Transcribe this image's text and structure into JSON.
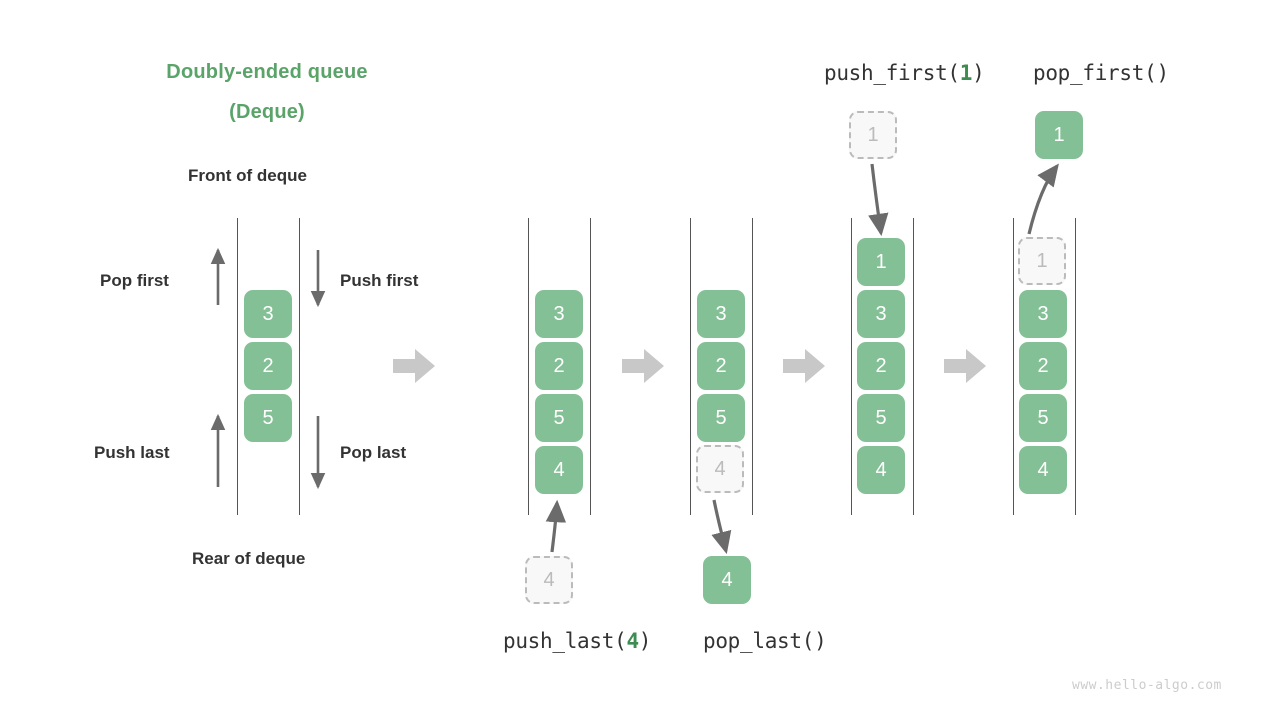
{
  "title": {
    "line1": "Doubly-ended queue",
    "line2": "(Deque)"
  },
  "labels": {
    "front": "Front of deque",
    "rear": "Rear of deque",
    "pop_first": "Pop first",
    "push_first": "Push first",
    "push_last": "Push last",
    "pop_last": "Pop last"
  },
  "operations": {
    "push_first": {
      "name": "push_first(",
      "arg": "1",
      "close": ")"
    },
    "pop_first": {
      "name": "pop_first(",
      "arg": "",
      "close": ")"
    },
    "push_last": {
      "name": "push_last(",
      "arg": "4",
      "close": ")"
    },
    "pop_last": {
      "name": "pop_last(",
      "arg": "",
      "close": ")"
    }
  },
  "panels": [
    {
      "id": "initial",
      "items": [
        "3",
        "2",
        "5"
      ]
    },
    {
      "id": "before-push-last",
      "items": [
        "3",
        "2",
        "5",
        "4"
      ]
    },
    {
      "id": "after-push-last",
      "items": [
        "3",
        "2",
        "5",
        "4"
      ]
    },
    {
      "id": "after-push-first",
      "items": [
        "1",
        "3",
        "2",
        "5",
        "4"
      ]
    },
    {
      "id": "after-pop-first",
      "items": [
        "1",
        "3",
        "2",
        "5",
        "4"
      ]
    }
  ],
  "floating_boxes": {
    "push_last_source": "4",
    "pop_last_result": "4",
    "push_first_source": "1",
    "pop_first_result": "1"
  },
  "colors": {
    "accent_green": "#84c096",
    "title_green": "#5aa469",
    "text_dark": "#333333",
    "ghost_gray": "#bbbbbb",
    "arrow_gray": "#c8c8c8",
    "thin_arrow": "#6b6b6b"
  },
  "watermark": "www.hello-algo.com"
}
